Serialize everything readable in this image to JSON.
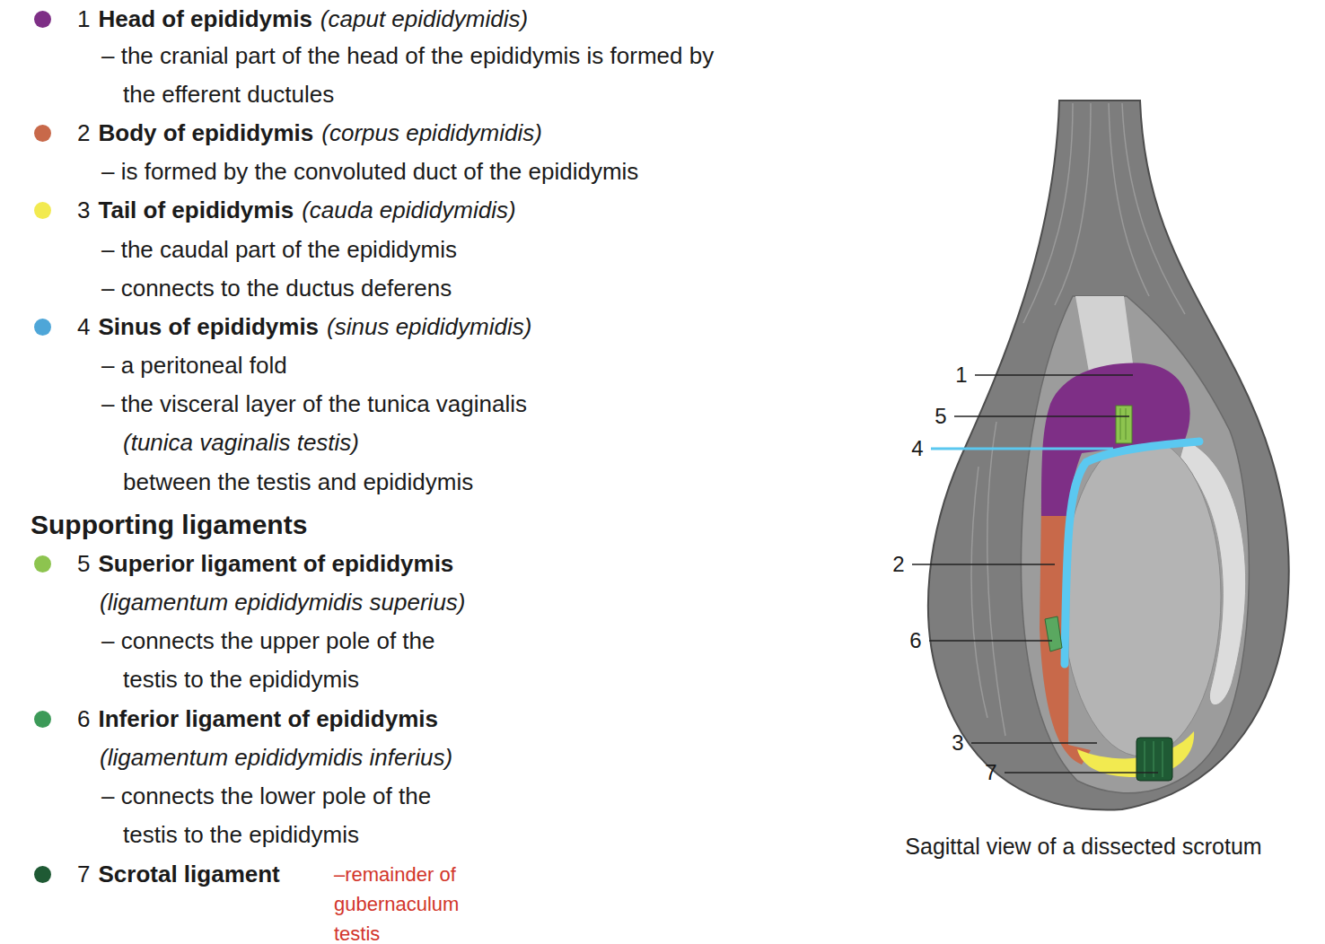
{
  "diagram": {
    "caption": "Sagittal view of a dissected scrotum",
    "labels": [
      "1",
      "(caput epididymidis)",
      "– the cranial part of the head of the epididymis is formed by the efferent ductules",
      "2",
      "(corpus epididymidis)",
      "– is formed by the convoluted duct of the epididymis",
      "3",
      "(cauda epididymidis)",
      "– the caudal part of the epididymis",
      "– connects to the ductus deferens",
      "4",
      "(sinus epididymidis)",
      "– a peritoneal fold",
      "– the visceral layer of the tunica vaginalis",
      "(tunica vaginalis testis)",
      "between the testis and epididymis",
      "Supporting ligaments",
      "5",
      "(ligamentum epididymidis superius)",
      "– connects the upper pole of the testis to the epididymis",
      "6",
      "(ligamentum epididymidis inferius)",
      "– connects the lower pole of the testis to the epididymis",
      "7",
      "–remainder of gubernaculum testis",
      "1",
      "5",
      "4",
      "2",
      "6",
      "3",
      "7"
    ],
    "legend": [
      {
        "text": "Head of epididymis",
        "color": "#7e2f86"
      },
      {
        "text": "Body of epididymis",
        "color": "#c8694a"
      },
      {
        "text": "Tail of epididymis",
        "color": "#f2ea50"
      },
      {
        "text": "Sinus of epididymis",
        "color": "#4ea6d8"
      },
      {
        "text": "Superior ligament of epididymis",
        "color": "#8dc44f"
      },
      {
        "text": "Inferior ligament of epididymis",
        "color": "#3c9a58"
      },
      {
        "text": "Scrotal ligament",
        "color": "#1f5a34"
      }
    ]
  }
}
